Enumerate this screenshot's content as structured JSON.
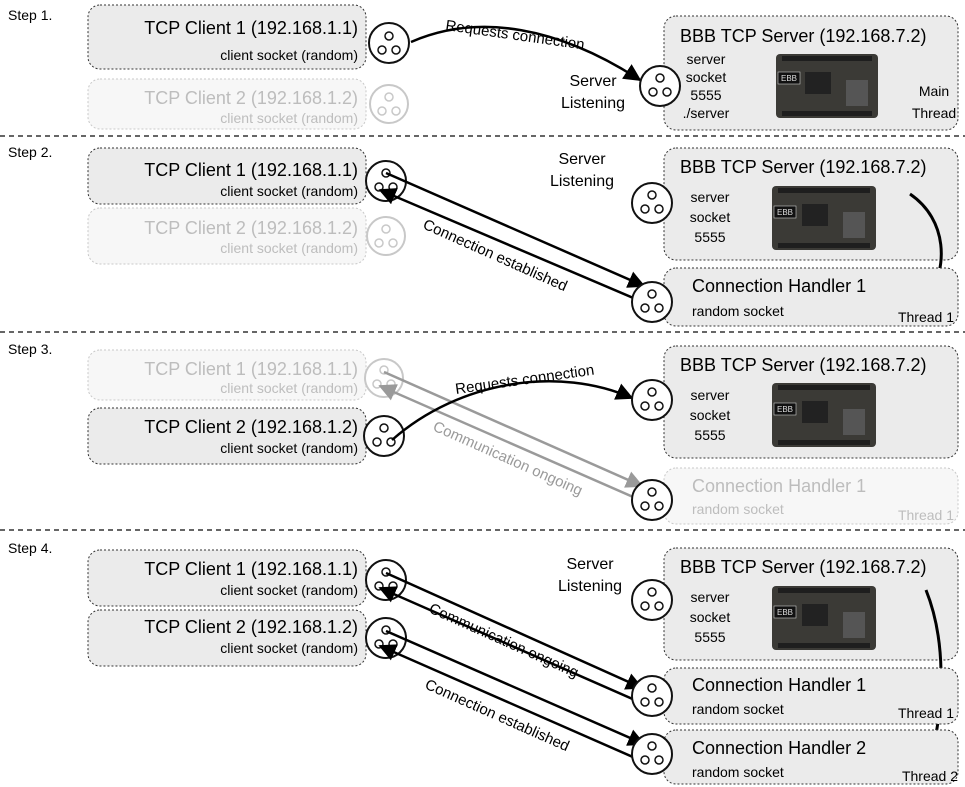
{
  "steps": [
    {
      "label": "Step 1.",
      "client1": {
        "title": "TCP Client 1 (192.168.1.1)",
        "sub": "client socket (random)",
        "faded": false
      },
      "client2": {
        "title": "TCP Client 2 (192.168.1.2)",
        "sub": "client socket (random)",
        "faded": true
      },
      "arrow1": "Requests connection",
      "listening": [
        "Server",
        "Listening"
      ],
      "server": {
        "title": "BBB TCP Server (192.168.7.2)",
        "socket_lines": [
          "server",
          "socket",
          "5555",
          "./server"
        ],
        "board": "EBB",
        "thread": [
          "Main",
          "Thread"
        ]
      }
    },
    {
      "label": "Step 2.",
      "client1": {
        "title": "TCP Client 1 (192.168.1.1)",
        "sub": "client socket (random)",
        "faded": false
      },
      "client2": {
        "title": "TCP Client 2 (192.168.1.2)",
        "sub": "client socket (random)",
        "faded": true
      },
      "arrow1": "Connection established",
      "listening": [
        "Server",
        "Listening"
      ],
      "server": {
        "title": "BBB TCP Server (192.168.7.2)",
        "socket_lines": [
          "server",
          "socket",
          "5555"
        ],
        "board": "EBB"
      },
      "handler1": {
        "title": "Connection Handler 1",
        "sub": "random socket",
        "thread": "Thread 1",
        "faded": false
      }
    },
    {
      "label": "Step 3.",
      "client1": {
        "title": "TCP Client 1 (192.168.1.1)",
        "sub": "client socket (random)",
        "faded": true
      },
      "client2": {
        "title": "TCP Client 2 (192.168.1.2)",
        "sub": "client socket (random)",
        "faded": false
      },
      "arrow1": "Requests connection",
      "arrow2": "Communication ongoing",
      "server": {
        "title": "BBB TCP Server (192.168.7.2)",
        "socket_lines": [
          "server",
          "socket",
          "5555"
        ],
        "board": "EBB"
      },
      "handler1": {
        "title": "Connection Handler 1",
        "sub": "random socket",
        "thread": "Thread 1",
        "faded": true
      }
    },
    {
      "label": "Step 4.",
      "client1": {
        "title": "TCP Client 1 (192.168.1.1)",
        "sub": "client socket (random)",
        "faded": false
      },
      "client2": {
        "title": "TCP Client 2 (192.168.1.2)",
        "sub": "client socket (random)",
        "faded": false
      },
      "arrow1": "Communication ongoing",
      "arrow2": "Connection established",
      "listening": [
        "Server",
        "Listening"
      ],
      "server": {
        "title": "BBB TCP Server (192.168.7.2)",
        "socket_lines": [
          "server",
          "socket",
          "5555"
        ],
        "board": "EBB"
      },
      "handler1": {
        "title": "Connection Handler 1",
        "sub": "random socket",
        "thread": "Thread 1",
        "faded": false
      },
      "handler2": {
        "title": "Connection Handler 2",
        "sub": "random socket",
        "thread": "Thread 2",
        "faded": false
      }
    }
  ],
  "colors": {
    "box_fill": "#ebebeb",
    "box_stroke": "#333333",
    "faded_text": "#bdbdbd",
    "faded_stroke": "#c8c8c8",
    "arrow": "#000000",
    "faded_arrow": "#9a9a9a",
    "board": "#3b3a36"
  }
}
